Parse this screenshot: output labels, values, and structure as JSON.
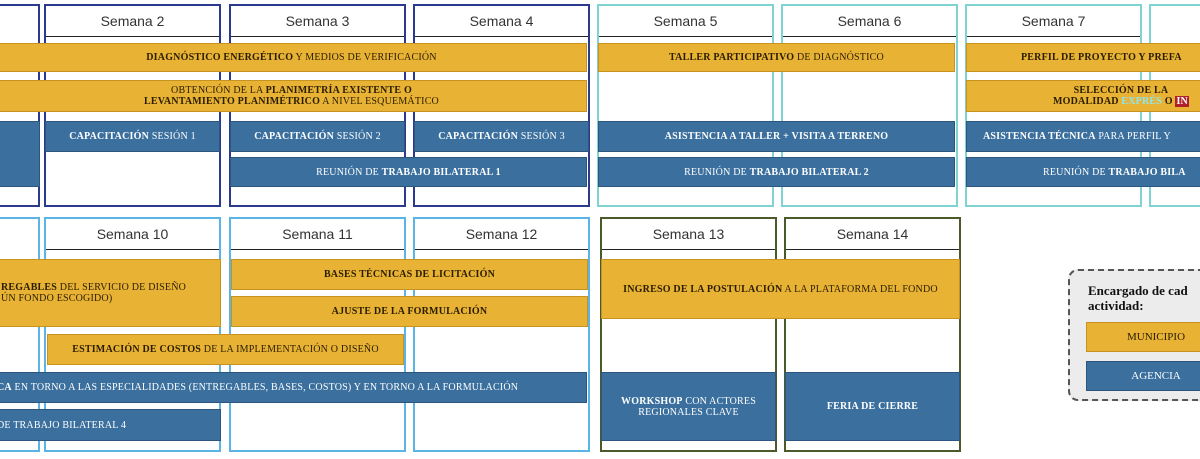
{
  "weeks_top": [
    "Semana 2",
    "Semana 3",
    "Semana 4",
    "Semana 5",
    "Semana 6",
    "Semana 7"
  ],
  "weeks_bottom": [
    "Semana 10",
    "Semana 11",
    "Semana 12",
    "Semana 13",
    "Semana 14"
  ],
  "colors": {
    "municipio": "#e8b234",
    "agencia": "#3a6f9e",
    "border_blue": "#2b3a8c",
    "border_teal": "#7fd3d3",
    "border_lightblue": "#5ab5e6",
    "border_green": "#4a5a2a"
  },
  "bars": {
    "diagnostico": {
      "b": "DIAGNÓSTICO ENERGÉTICO",
      "t": " Y MEDIOS DE VERIFICACIÓN"
    },
    "obtencion_l1a": "OBTENCIÓN DE LA ",
    "obtencion_l1b": "PLANIMETRÍA EXISTENTE O",
    "obtencion_l2a": "LEVANTAMIENTO PLANIMÉTRICO",
    "obtencion_l2b": " A NIVEL ESQUEMÁTICO",
    "cap1": {
      "b": "CAPACITACIÓN",
      "t": " SESIÓN 1"
    },
    "cap2": {
      "b": "CAPACITACIÓN",
      "t": " SESIÓN 2"
    },
    "cap3": {
      "b": "CAPACITACIÓN",
      "t": " SESIÓN 3"
    },
    "reunion1": {
      "t": "REUNIÓN DE ",
      "b": "TRABAJO BILATERAL 1"
    },
    "taller": {
      "b": "TALLER PARTICIPATIVO",
      "t": " DE DIAGNÓSTICO"
    },
    "asistencia_taller": {
      "b": "ASISTENCIA A TALLER + VISITA A TERRENO"
    },
    "reunion2": {
      "t": "REUNIÓN DE ",
      "b": "TRABAJO BILATERAL 2"
    },
    "perfil": {
      "b": "PERFIL DE PROYECTO Y PREFA"
    },
    "seleccion_l1": "SELECCIÓN DE LA",
    "seleccion_l2a": "MODALIDAD ",
    "seleccion_l2b": "EXPRÉS",
    "seleccion_l2c": " O ",
    "seleccion_l2d": "IN",
    "asistencia_perfil": {
      "b": "ASISTENCIA TÉCNICA",
      "t": " PARA PERFIL Y"
    },
    "reunion3": {
      "t": "REUNIÓN DE ",
      "b": "TRABAJO BILA"
    },
    "entregables_l1a": "REGABLES",
    "entregables_l1b": " DEL SERVICIO DE DISEÑO",
    "entregables_l2": "ÚN FONDO ESCOGIDO)",
    "bases": {
      "b": "BASES TÉCNICAS DE LICITACIÓN"
    },
    "ajuste": {
      "b": "AJUSTE DE LA FORMULACIÓN"
    },
    "estimacion": {
      "b": "ESTIMACIÓN DE COSTOS",
      "t": " DE LA IMPLEMENTACIÓN O DISEÑO"
    },
    "asistencia_esp": {
      "b": "CA",
      "t": " EN TORNO A LAS ESPECIALIDADES (ENTREGABLES, BASES, COSTOS) Y EN TORNO A LA FORMULACIÓN"
    },
    "reunion4": {
      "t": "DE TRABAJO BILATERAL 4"
    },
    "ingreso": {
      "b": "INGRESO DE LA POSTULACIÓN",
      "t": " A LA PLATAFORMA DEL FONDO"
    },
    "workshop_l1a": "WORKSHOP",
    "workshop_l1b": " CON ACTORES",
    "workshop_l2": "REGIONALES CLAVE",
    "feria": {
      "b": "FERIA DE CIERRE"
    }
  },
  "legend": {
    "title_l1": "Encargado de cad",
    "title_l2": "actividad:",
    "municipio": "MUNICIPIO",
    "agencia": "AGENCIA"
  }
}
